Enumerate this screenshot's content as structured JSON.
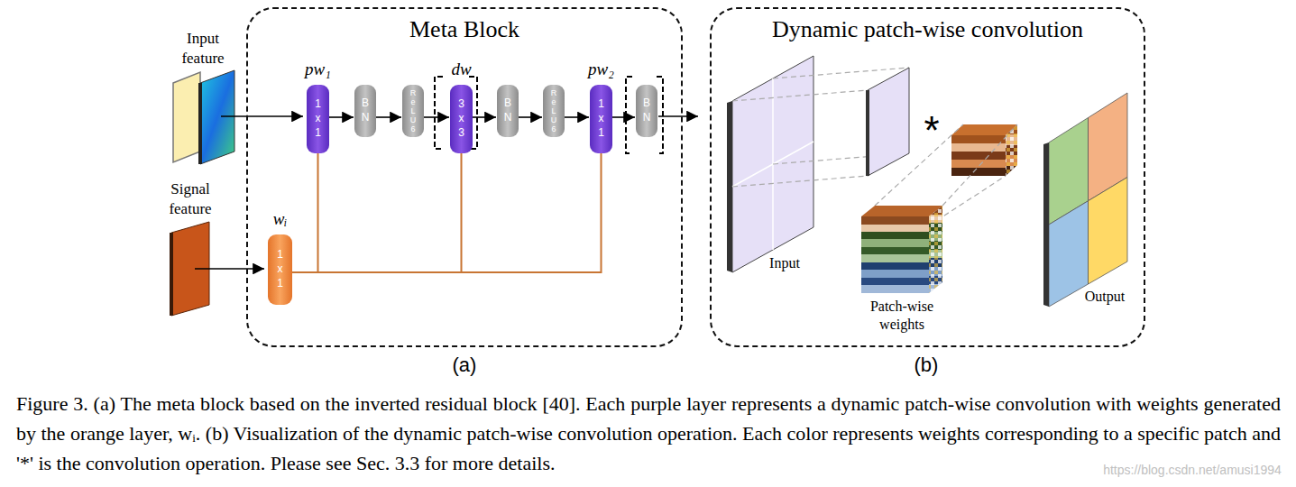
{
  "diagram": {
    "caption": "Figure 3. (a) The meta block based on the inverted residual block [40]. Each purple layer represents a dynamic patch-wise convolution with weights generated by the orange layer, wᵢ. (b) Visualization of the dynamic patch-wise convolution operation. Each color represents weights corresponding to a specific patch and '*' is the convolution operation. Please see Sec. 3.3 for more details.",
    "nodes": [
      {
        "text": [
          "Meta Block"
        ]
      },
      {
        "text": [
          "pw₁",
          "1x1"
        ],
        "in": 0
      },
      {
        "text": [
          "BN"
        ],
        "in": 0
      },
      {
        "text": [
          "ReLU6"
        ],
        "in": 0
      },
      {
        "text": [
          "dw",
          "3x3"
        ],
        "in": 0
      },
      {
        "text": [
          "BN"
        ],
        "in": 0
      },
      {
        "text": [
          "ReLU6"
        ],
        "in": 0
      },
      {
        "text": [
          "pw₂",
          "1x1"
        ],
        "in": 0
      },
      {
        "text": [
          "BN"
        ],
        "in": 0
      },
      {
        "text": [
          "wᵢ",
          "1x1"
        ],
        "in": 0
      },
      {
        "text": [
          "Dynamic patch-wise convolution"
        ]
      }
    ],
    "edges": [
      {
        "from": 1,
        "to": 2,
        "arrow": "to"
      },
      {
        "from": 2,
        "to": 3,
        "arrow": "to"
      },
      {
        "from": 3,
        "to": 4,
        "arrow": "to"
      },
      {
        "from": 4,
        "to": 5,
        "arrow": "to"
      },
      {
        "from": 5,
        "to": 6,
        "arrow": "to"
      },
      {
        "from": 6,
        "to": 7,
        "arrow": "to"
      },
      {
        "from": 7,
        "to": 8,
        "arrow": "to"
      },
      {
        "from": 9,
        "to": 1,
        "arrow": "none"
      },
      {
        "from": 9,
        "to": 4,
        "arrow": "none"
      },
      {
        "from": 9,
        "to": 7,
        "arrow": "none"
      }
    ],
    "labels": [
      "Input feature",
      "Signal feature",
      "Input",
      "*",
      "Patch-wise weights",
      "Output",
      "(a)",
      "(b)",
      "https://blog.csdn.net/amusi1994"
    ]
  }
}
